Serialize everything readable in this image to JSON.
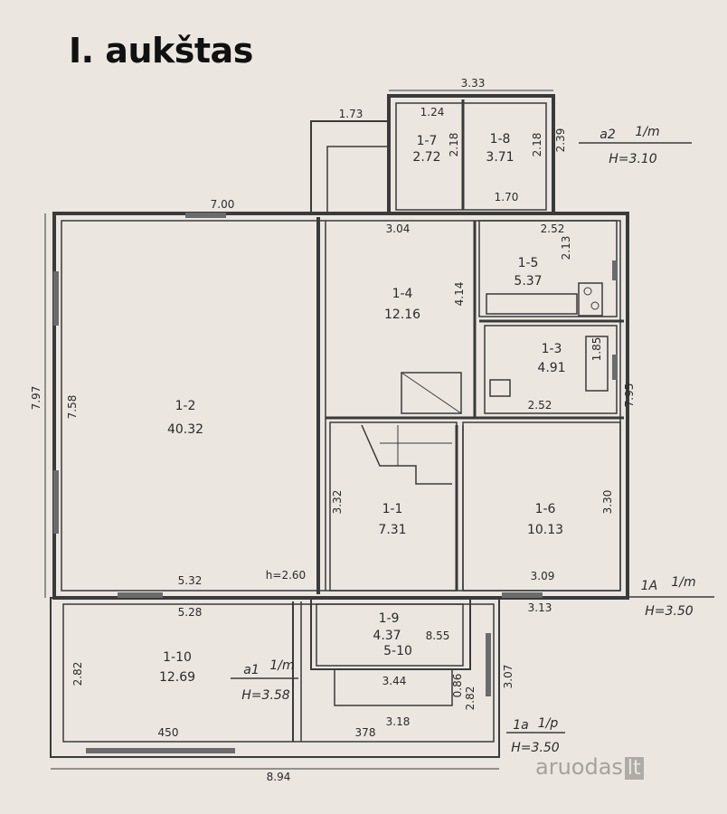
{
  "title": "I. aukštas",
  "watermark": {
    "text": "aruodas",
    "suffix": "lt"
  },
  "rooms": [
    {
      "id": "1-1",
      "area": "7.31"
    },
    {
      "id": "1-2",
      "area": "40.32"
    },
    {
      "id": "1-3",
      "area": "4.91"
    },
    {
      "id": "1-4",
      "area": "12.16"
    },
    {
      "id": "1-5",
      "area": "5.37"
    },
    {
      "id": "1-6",
      "area": "10.13"
    },
    {
      "id": "1-7",
      "area": "2.72"
    },
    {
      "id": "1-8",
      "area": "3.71"
    },
    {
      "id": "1-9",
      "area": "4.37"
    },
    {
      "id": "1-10",
      "area": "12.69"
    },
    {
      "id": "5-10",
      "area": ""
    }
  ],
  "dimensions": [
    "3.33",
    "1.24",
    "1.73",
    "2.18",
    "2.18",
    "2.39",
    "1.70",
    "7.00",
    "3.04",
    "2.52",
    "2.13",
    "4.14",
    "1.85",
    "7.95",
    "2.52",
    "7.97",
    "7.58",
    "3.32",
    "3.30",
    "5.32",
    "5.28",
    "3.09",
    "3.13",
    "8.55",
    "3.44",
    "3.07",
    "2.82",
    "2.82",
    "0.86",
    "450",
    "378",
    "3.18",
    "8.94"
  ],
  "annotations": [
    {
      "label": "a2",
      "fraction": "1/m",
      "height": "H=3.10"
    },
    {
      "label": "1A",
      "fraction": "1/m",
      "height": "H=3.50"
    },
    {
      "label": "a1",
      "fraction": "1/m",
      "height": "H=3.58"
    },
    {
      "label": "1a",
      "fraction": "1/p",
      "height": "H=3.50"
    }
  ],
  "ceiling_height": "h=2.60"
}
